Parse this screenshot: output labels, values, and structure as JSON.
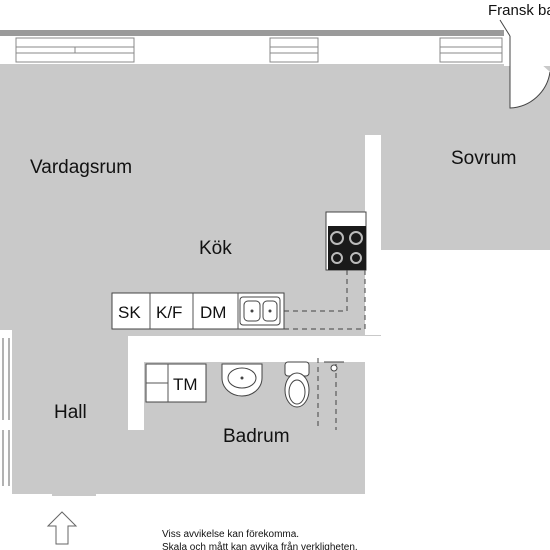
{
  "rooms": {
    "vardagsrum": "Vardagsrum",
    "sovrum": "Sovrum",
    "kok": "Kök",
    "hall": "Hall",
    "badrum": "Badrum"
  },
  "appliances": {
    "sk": "SK",
    "kf": "K/F",
    "dm": "DM",
    "tm": "TM"
  },
  "balcony_label": "Fransk balkong",
  "disclaimer": {
    "line1": "Viss avvikelse kan förekomma.",
    "line2": "Skala och mått kan avvika från verkligheten."
  },
  "colors": {
    "floor": "#c9c9c9",
    "wall": "#ffffff",
    "fixture": "#ffffff",
    "stove": "#1a1a1a"
  },
  "icons": [
    "stove-icon",
    "sink-icon",
    "washbasin-icon",
    "toilet-icon",
    "entrance-arrow-icon"
  ]
}
